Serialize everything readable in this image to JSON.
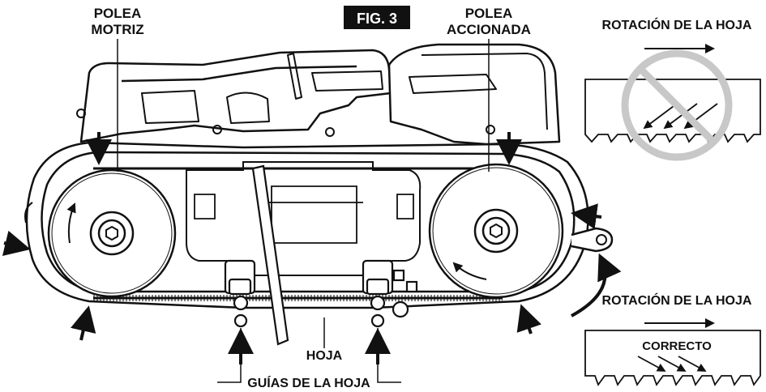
{
  "figure": {
    "label": "FIG. 3"
  },
  "labels": {
    "drive_pulley_line1": "POLEA",
    "drive_pulley_line2": "MOTRIZ",
    "driven_pulley_line1": "POLEA",
    "driven_pulley_line2": "ACCIONADA",
    "blade": "HOJA",
    "blade_guides": "GUÍAS DE LA HOJA"
  },
  "insets": {
    "wrong": {
      "title": "ROTACIÓN DE LA HOJA",
      "icon": "prohibited-icon"
    },
    "correct": {
      "title": "ROTACIÓN DE LA HOJA",
      "caption": "CORRECTO"
    }
  },
  "colors": {
    "ink": "#111111",
    "prohibited": "#c8c8c8",
    "fig_badge": "#111111"
  }
}
